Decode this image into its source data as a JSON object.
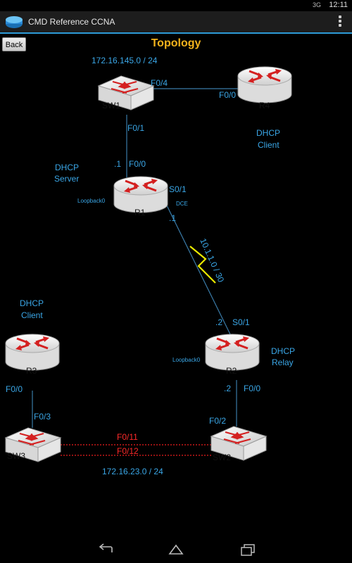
{
  "status_bar": {
    "time": "12:11",
    "signal": "3G"
  },
  "action_bar": {
    "title": "CMD Reference CCNA",
    "menu_icon": "overflow-menu-icon"
  },
  "back_label": "Back",
  "page_title": "Topology",
  "topology": {
    "network_top": "172.16.145.0 / 24",
    "network_bottom": "172.16.23.0 / 24",
    "serial_link": "10.1.1.0 / 30",
    "devices": {
      "sw1": "SW1",
      "r4": "R4",
      "r1": "R1",
      "r2": "R2",
      "r3": "R3",
      "sw3": "SW3",
      "sw2": "SW2"
    },
    "ports": {
      "sw1_f04": "F0/4",
      "r4_f00": "F0/0",
      "sw1_f01": "F0/1",
      "r1_f00": "F0/0",
      "r1_s01": "S0/1",
      "r2_s01": "S0/1",
      "r3_f00": "F0/0",
      "sw3_f03": "F0/3",
      "sw2_f02": "F0/2",
      "r2_f00": "F0/0",
      "f011": "F0/11",
      "f012": "F0/12"
    },
    "hosts": {
      "r1_f": ".1",
      "r1_s": ".1",
      "r2_s": ".2",
      "r2_f": ".2"
    },
    "roles": {
      "r4_1": "DHCP",
      "r4_2": "Client",
      "r1_1": "DHCP",
      "r1_2": "Server",
      "r3_1": "DHCP",
      "r3_2": "Client",
      "r2_1": "DHCP",
      "r2_2": "Relay"
    },
    "misc": {
      "lb_r1": "Loopback0",
      "lb_r2": "Loopback0",
      "dce": "DCE"
    }
  }
}
